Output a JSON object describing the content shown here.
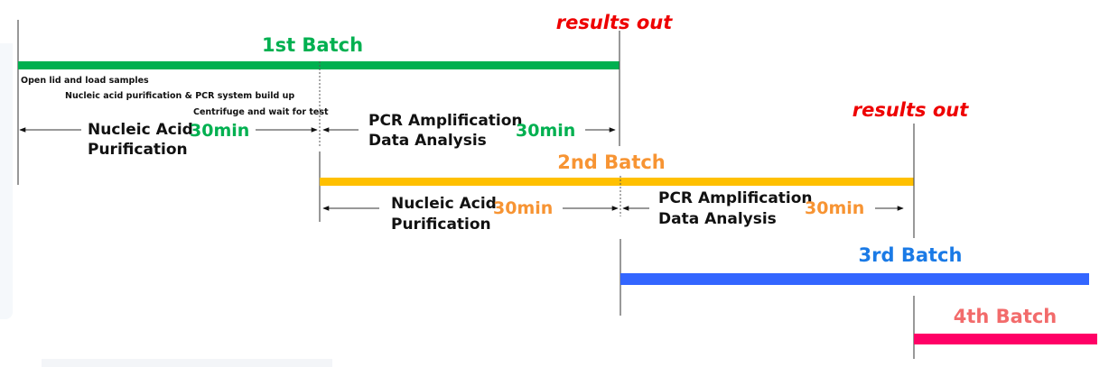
{
  "diagram": {
    "results_label": "results out",
    "colors": {
      "batch1": "#00b050",
      "batch2": "#ffc000",
      "batch2_text": "#f79433",
      "batch3": "#3366ff",
      "batch3_text": "#1a7ae6",
      "batch4": "#ff0066",
      "batch4_text": "#f26b6b",
      "results": "#ee0000",
      "line": "#555555"
    },
    "batches": [
      {
        "label": "1st Batch",
        "notes": [
          "Open lid and load samples",
          "Nucleic acid purification & PCR system build up",
          "Centrifuge and wait for test"
        ],
        "phases": [
          {
            "line1": "Nucleic Acid",
            "line2": "Purification",
            "duration": "30min"
          },
          {
            "line1": "PCR Amplification",
            "line2": "Data Analysis",
            "duration": "30min"
          }
        ],
        "results": "results out"
      },
      {
        "label": "2nd Batch",
        "phases": [
          {
            "line1": "Nucleic Acid",
            "line2": "Purification",
            "duration": "30min"
          },
          {
            "line1": "PCR Amplification",
            "line2": "Data Analysis",
            "duration": "30min"
          }
        ],
        "results": "results out"
      },
      {
        "label": "3rd Batch"
      },
      {
        "label": "4th Batch"
      }
    ]
  }
}
